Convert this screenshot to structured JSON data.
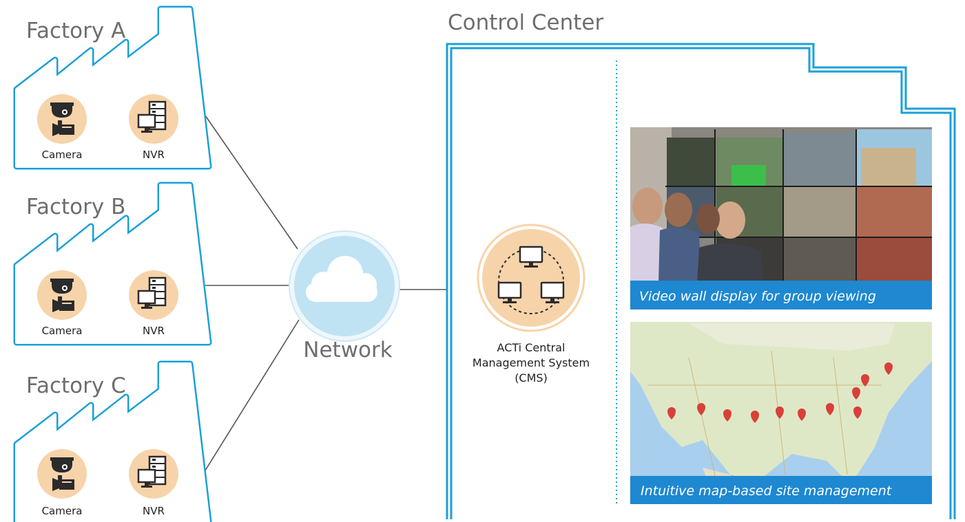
{
  "factories": [
    {
      "title": "Factory A",
      "devices": [
        "Camera",
        "NVR"
      ]
    },
    {
      "title": "Factory B",
      "devices": [
        "Camera",
        "NVR"
      ]
    },
    {
      "title": "Factory C",
      "devices": [
        "Camera",
        "NVR"
      ]
    }
  ],
  "network": {
    "label": "Network"
  },
  "control_center": {
    "title": "Control Center",
    "cms": {
      "line1": "ACTi Central",
      "line2": "Management System",
      "line3": "(CMS)"
    },
    "video_wall_caption": "Video wall display for group viewing",
    "map_caption": "Intuitive map-based site management"
  },
  "colors": {
    "outline_blue": "#1aa0d8",
    "icon_circle": "#f7d3aa",
    "cloud_fill": "#bfe3f3",
    "connector": "#555555",
    "caption_bar": "#1e88d1"
  }
}
